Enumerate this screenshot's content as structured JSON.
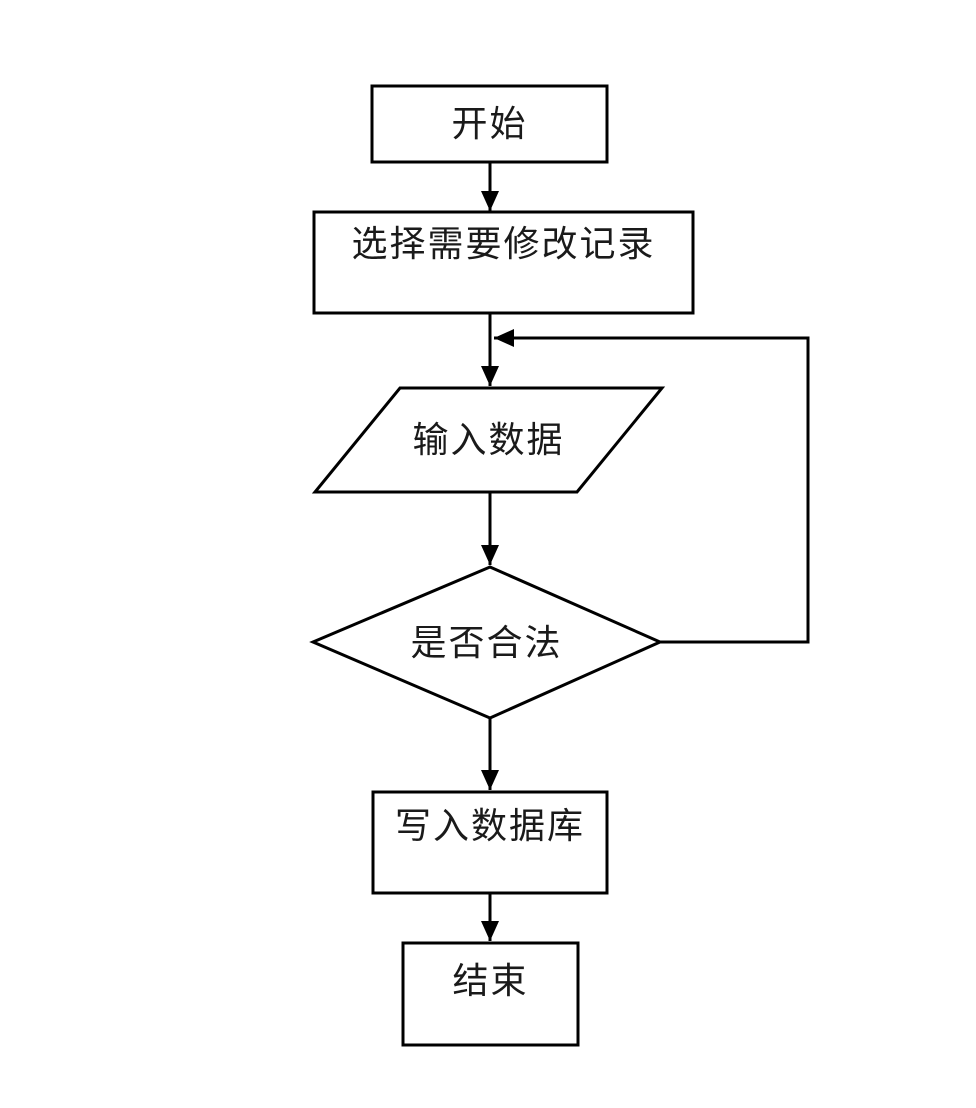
{
  "diagram": {
    "type": "flowchart",
    "background_color": "#ffffff",
    "stroke_color": "#000000",
    "text_color": "#1a1a1a",
    "nodes": [
      {
        "id": "start",
        "shape": "rectangle",
        "label": "开始"
      },
      {
        "id": "select",
        "shape": "rectangle",
        "label": "选择需要修改记录"
      },
      {
        "id": "input",
        "shape": "parallelogram",
        "label": "输入数据"
      },
      {
        "id": "valid",
        "shape": "diamond",
        "label": "是否合法"
      },
      {
        "id": "write",
        "shape": "rectangle",
        "label": "写入数据库"
      },
      {
        "id": "end",
        "shape": "rectangle",
        "label": "结束"
      }
    ],
    "edges": [
      {
        "from": "start",
        "to": "select",
        "label": ""
      },
      {
        "from": "select",
        "to": "input",
        "label": ""
      },
      {
        "from": "input",
        "to": "valid",
        "label": ""
      },
      {
        "from": "valid",
        "to": "input",
        "label": "",
        "kind": "feedback-loop"
      },
      {
        "from": "valid",
        "to": "write",
        "label": ""
      },
      {
        "from": "write",
        "to": "end",
        "label": ""
      }
    ]
  }
}
